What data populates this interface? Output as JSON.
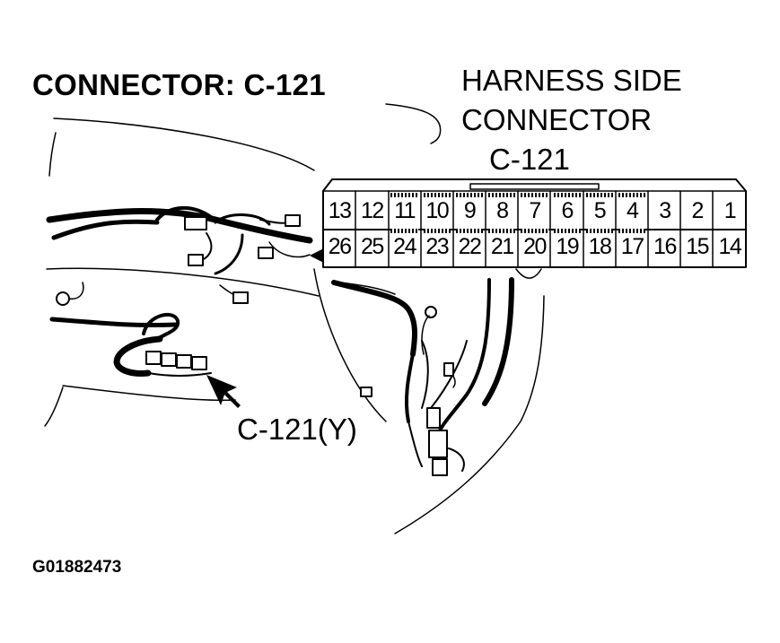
{
  "title": "CONNECTOR: C-121",
  "harness_label": [
    "HARNESS SIDE",
    "CONNECTOR",
    "C-121"
  ],
  "callout": "C-121(Y)",
  "figure_id": "G01882473",
  "connector": {
    "top_row": [
      "13",
      "12",
      "11",
      "10",
      "9",
      "8",
      "7",
      "6",
      "5",
      "4",
      "3",
      "2",
      "1"
    ],
    "bottom_row": [
      "26",
      "25",
      "24",
      "23",
      "22",
      "21",
      "20",
      "19",
      "18",
      "17",
      "16",
      "15",
      "14"
    ]
  }
}
